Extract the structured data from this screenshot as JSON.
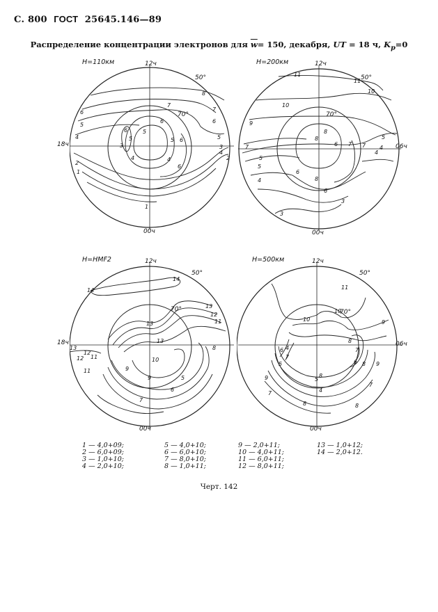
{
  "header": {
    "page": "С. 800",
    "gost": "ГОСТ",
    "number": "25645.146—89"
  },
  "title": {
    "pre": "Распределение концентрации электронов для",
    "w": "w",
    "post": "= 150, декабря,",
    "ut": "UT",
    "ut_val": "= 18 ч,",
    "k": "K",
    "k_sub": "p",
    "k_val": "=0"
  },
  "panels": [
    {
      "height": "H=110км",
      "top": "12ч",
      "left": "18ч",
      "right": "",
      "bottom": "00ч",
      "lat50": "50°",
      "lat70": "70°"
    },
    {
      "height": "H=200км",
      "top": "12ч",
      "left": "",
      "right": "06ч",
      "bottom": "00ч",
      "lat50": "50°",
      "lat70": "70°"
    },
    {
      "height": "H=HMF2",
      "top": "12ч",
      "left": "18ч",
      "right": "",
      "bottom": "00ч",
      "lat50": "50°",
      "lat70": "70°"
    },
    {
      "height": "H=500км",
      "top": "12ч",
      "left": "",
      "right": "06ч",
      "bottom": "00ч",
      "lat50": "50°",
      "lat70": "70°"
    }
  ],
  "legend": [
    [
      "1 — 4,0+09;",
      "2 — 6,0+09;",
      "3 — 1,0+10;",
      "4 — 2,0+10;"
    ],
    [
      "5 — 4,0+10;",
      "6 — 6,0+10;",
      "7 — 8,0+10;",
      "8 — 1,0+11;"
    ],
    [
      "9 — 2,0+11;",
      "10 — 4,0+11;",
      "11 — 6,0+11;",
      "12 — 8,0+11;"
    ],
    [
      "13 — 1,0+12;",
      "14 — 2,0+12."
    ]
  ],
  "caption": "Черт. 142",
  "contour_labels": {
    "p1": [
      "8",
      "7",
      "6",
      "7",
      "6",
      "5",
      "5",
      "6",
      "4",
      "5",
      "6",
      "4",
      "3",
      "2",
      "1",
      "5",
      "5",
      "6",
      "4",
      "4",
      "6",
      "3",
      "2",
      "1"
    ],
    "p2": [
      "11",
      "11",
      "10",
      "10",
      "9",
      "7",
      "8",
      "8",
      "7",
      "6",
      "5",
      "4",
      "6",
      "8",
      "7",
      "4",
      "6",
      "5",
      "4",
      "3",
      "3",
      "5"
    ],
    "p3": [
      "14",
      "14",
      "13",
      "12",
      "11",
      "10",
      "13",
      "13",
      "12",
      "10",
      "9",
      "8",
      "7",
      "6",
      "5",
      "9",
      "11",
      "12",
      "13"
    ],
    "p4": [
      "11",
      "10",
      "10",
      "9",
      "8",
      "7",
      "6",
      "5",
      "4",
      "4",
      "8",
      "7",
      "6",
      "5",
      "7",
      "8",
      "9",
      "8",
      "7",
      "9",
      "8"
    ]
  }
}
